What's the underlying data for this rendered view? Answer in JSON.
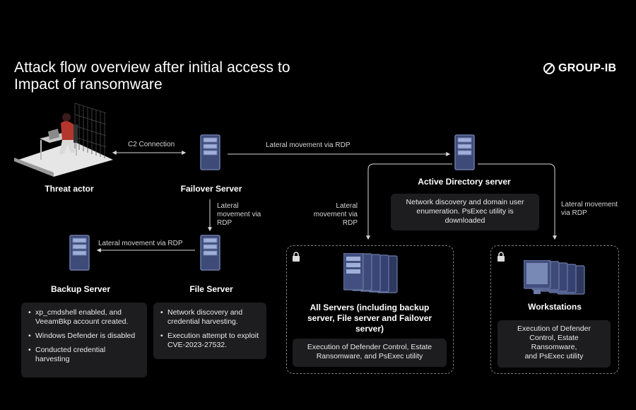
{
  "title": {
    "line1": "Attack flow overview after initial access to",
    "line2": "Impact of ransomware"
  },
  "brand": {
    "logo_text": "GROUP-IB",
    "icon": "group-ib-logo-icon"
  },
  "nodes": {
    "threat_actor": "Threat actor",
    "failover_server": "Failover Server",
    "active_directory": "Active Directory server",
    "backup_server": "Backup Server",
    "file_server": "File Server",
    "all_servers_line1": "All Servers (including backup",
    "all_servers_line2": "server, File server and Failover",
    "all_servers_line3": "server)",
    "workstations": "Workstations"
  },
  "edges": {
    "c2": "C2 Connection",
    "failover_to_ad": "Lateral movement via RDP",
    "failover_to_file_line1": "Lateral",
    "failover_to_file_line2": "movement via",
    "failover_to_file_line3": "RDP",
    "file_to_backup": "Lateral movement via RDP",
    "ad_to_servers_line1": "Lateral",
    "ad_to_servers_line2": "movement via",
    "ad_to_servers_line3": "RDP",
    "ad_to_workstations_line1": "Lateral movement",
    "ad_to_workstations_line2": "via RDP"
  },
  "panels": {
    "ad": {
      "line1": "Network discovery and domain user",
      "line2": "enumeration. PsExec utility is",
      "line3": "downloaded"
    },
    "backup": [
      "xp_cmdshell enabled, and VeeamBkp account created.",
      "Windows Defender is disabled",
      "Conducted credential harvesting"
    ],
    "file": [
      "Network discovery and credential harvesting.",
      "Execution attempt to exploit CVE-2023-27532."
    ],
    "servers": {
      "line1": "Execution of Defender Control, Estate",
      "line2": "Ransomware, and PsExec utility"
    },
    "workstations": {
      "line1": "Execution of Defender",
      "line2": "Control, Estate",
      "line3": "Ransomware,",
      "line4": "and PsExec utility"
    }
  },
  "colors": {
    "background": "#000000",
    "panel": "#1d1d1f",
    "server_body": "#3e4a78",
    "dashed_border": "#7d7d7d"
  }
}
